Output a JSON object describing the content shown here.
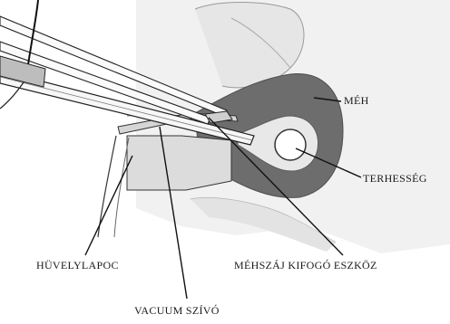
{
  "labels": {
    "uterus": "MÉH",
    "pregnancy": "TERHESSÉG",
    "cervix_tool": "MÉHSZÁJ KIFOGÓ ESZKÖZ",
    "speculum": "HÜVELYLAPOC",
    "vacuum": "VACUUM SZÍVÓ"
  }
}
